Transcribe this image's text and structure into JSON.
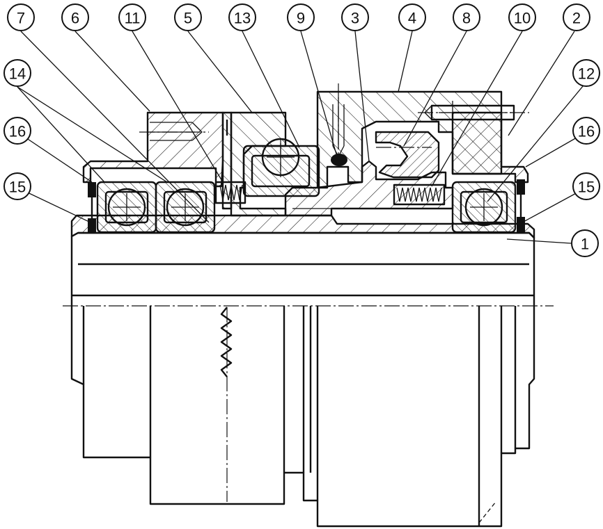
{
  "callouts": [
    {
      "id": "c7",
      "label": "7"
    },
    {
      "id": "c6",
      "label": "6"
    },
    {
      "id": "c11",
      "label": "11"
    },
    {
      "id": "c5",
      "label": "5"
    },
    {
      "id": "c13",
      "label": "13"
    },
    {
      "id": "c9",
      "label": "9"
    },
    {
      "id": "c3",
      "label": "3"
    },
    {
      "id": "c4",
      "label": "4"
    },
    {
      "id": "c8",
      "label": "8"
    },
    {
      "id": "c10",
      "label": "10"
    },
    {
      "id": "c2",
      "label": "2"
    },
    {
      "id": "c14",
      "label": "14"
    },
    {
      "id": "c12",
      "label": "12"
    },
    {
      "id": "c16l",
      "label": "16"
    },
    {
      "id": "c16r",
      "label": "16"
    },
    {
      "id": "c15l",
      "label": "15"
    },
    {
      "id": "c15r",
      "label": "15"
    },
    {
      "id": "c1",
      "label": "1"
    }
  ]
}
